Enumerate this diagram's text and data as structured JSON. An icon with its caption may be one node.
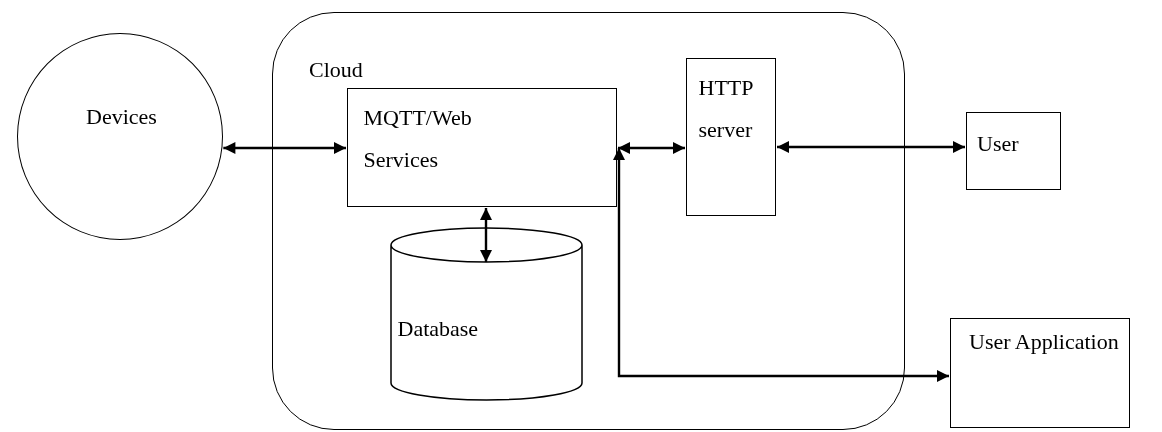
{
  "diagram": {
    "nodes": [
      {
        "text": [
          "Devices"
        ]
      },
      {
        "text": [
          "Cloud"
        ]
      },
      {
        "text": [
          "MQTT/Web Services"
        ],
        "in": 1
      },
      {
        "text": [
          "Database"
        ],
        "in": 1
      },
      {
        "text": [
          "HTTP server"
        ],
        "in": 1
      },
      {
        "text": [
          "User"
        ]
      },
      {
        "text": [
          "User Application"
        ]
      }
    ],
    "edges": [
      {
        "from": 0,
        "to": 2,
        "arrow": "both"
      },
      {
        "from": 2,
        "to": 4,
        "arrow": "both"
      },
      {
        "from": 4,
        "to": 5,
        "arrow": "both"
      },
      {
        "from": 2,
        "to": 3,
        "arrow": "both"
      },
      {
        "from": 2,
        "to": 6,
        "arrow": "both"
      }
    ]
  }
}
